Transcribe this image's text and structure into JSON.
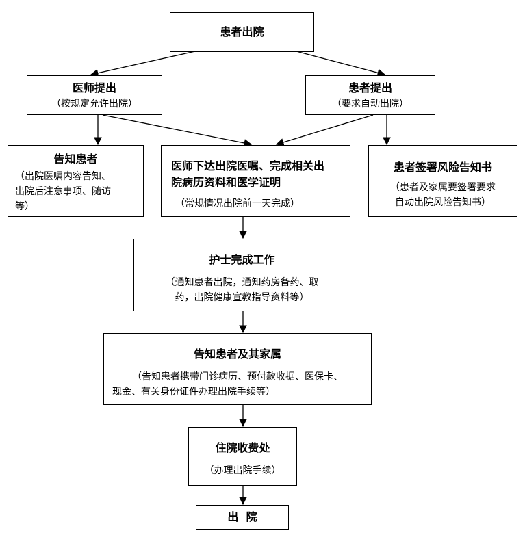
{
  "nodes": {
    "discharge": {
      "title": "患者出院"
    },
    "doctor": {
      "title": "医师提出",
      "note": "（按规定允许出院）"
    },
    "patient": {
      "title": "患者提出",
      "note": "（要求自动出院）"
    },
    "inform": {
      "title": "告知患者",
      "note_lines": [
        "（出院医嘱内容告知、",
        "出院后注意事项、随访",
        "等）"
      ]
    },
    "orders": {
      "title_lines": [
        "医师下达出院医嘱、完成相关出",
        "院病历资料和医学证明"
      ],
      "note": "（常规情况出院前一天完成）"
    },
    "risk": {
      "title": "患者签署风险告知书",
      "note_lines": [
        "（患者及家属要签署要求",
        "自动出院风险告知书）"
      ]
    },
    "nurse": {
      "title": "护士完成工作",
      "note_lines": [
        "（通知患者出院，通知药房备药、取",
        "药，出院健康宣教指导资料等）"
      ]
    },
    "family": {
      "title": "告知患者及其家属",
      "note_lines": [
        "（告知患者携带门诊病历、预付款收据、医保卡、",
        "现金、有关身份证件办理出院手续等）"
      ]
    },
    "billing": {
      "title": "住院收费处",
      "note": "（办理出院手续）"
    },
    "exit": {
      "title": "出  院"
    }
  }
}
